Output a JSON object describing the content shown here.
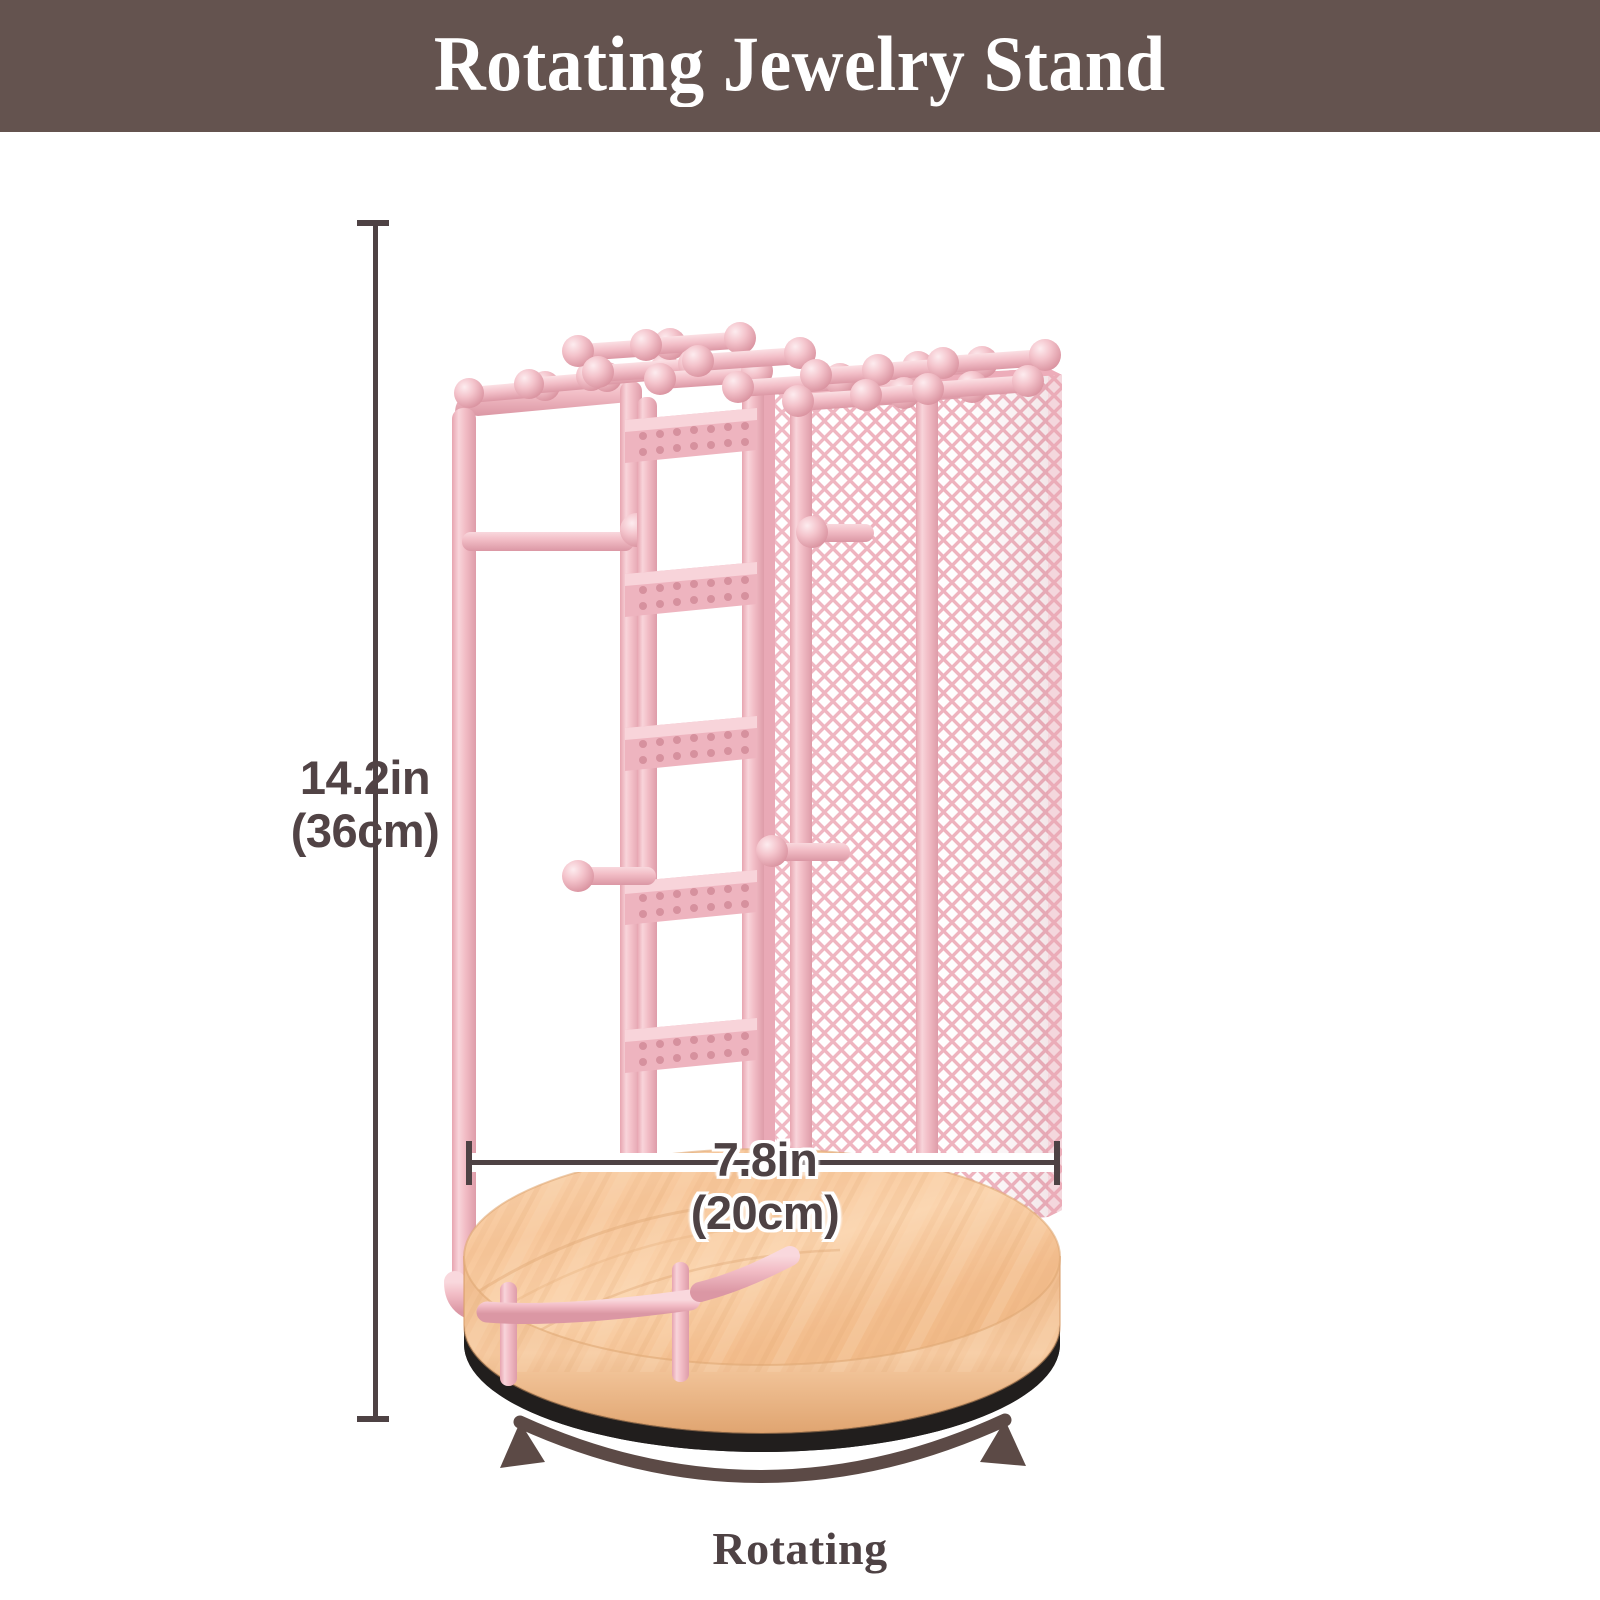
{
  "header": {
    "title": "Rotating Jewelry Stand",
    "background_color": "#64534F",
    "text_color": "#FFFFFF"
  },
  "dimensions": {
    "height": {
      "label_in": "14.2in",
      "label_cm": "(36cm)",
      "orientation": "vertical",
      "line_color": "#4E4244"
    },
    "width": {
      "label_in": "7.8in",
      "label_cm": "(20cm)",
      "orientation": "horizontal",
      "line_color": "#4E4244"
    }
  },
  "rotation": {
    "caption": "Rotating",
    "arrow_color": "#5C4A46",
    "arrow_type": "double-headed-arc"
  },
  "product": {
    "name": "Rotating Jewelry Stand",
    "frame_color": "#F0B8C1",
    "frame_color_light": "#F7D3D9",
    "frame_color_dark": "#DE9BA8",
    "mesh_color": "#EFB3BE",
    "base_wood_color": "#F6C79A",
    "base_wood_light": "#FBDDBC",
    "base_wood_dark": "#E2A876",
    "base_rim_color": "#23201F",
    "parts": [
      "ball-tipped-hooks",
      "necklace-bar",
      "perforated-earring-bars",
      "diamond-mesh-panel",
      "round-wood-rotating-base"
    ]
  }
}
